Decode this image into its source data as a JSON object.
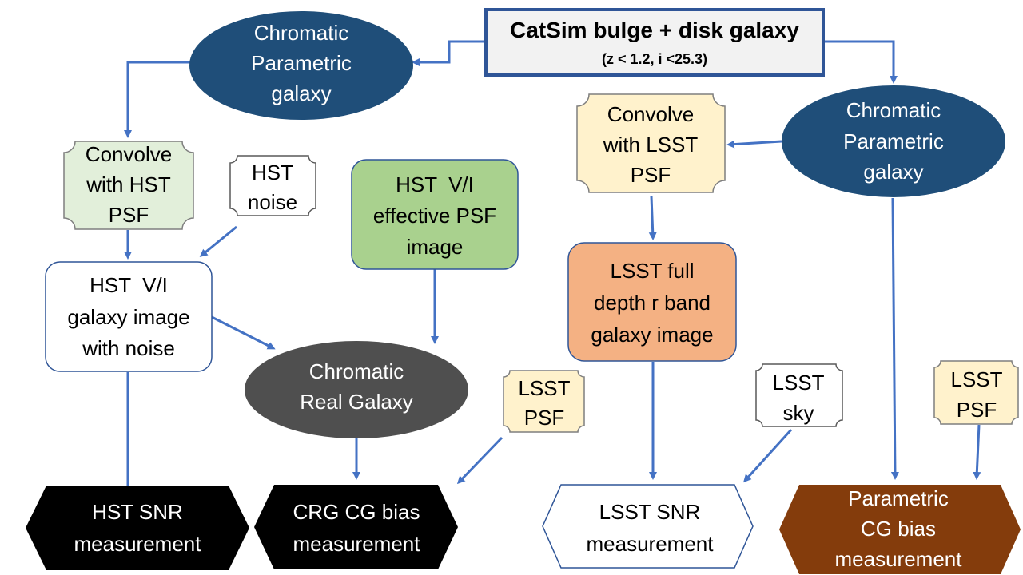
{
  "colors": {
    "arrow": "#4472c4",
    "dark_blue": "#1f4e79",
    "dark_gray": "#4f4f4f",
    "light_green": "#e2efda",
    "green": "#a9d18e",
    "cream": "#fff2cc",
    "orange": "#f4b183",
    "brown": "#843c0c",
    "source_box": "#f2f2f2"
  },
  "nodes": {
    "catsim": {
      "title": "CatSim bulge + disk galaxy",
      "subtitle": "(z < 1.2, i <25.3)"
    },
    "chromatic_left": {
      "lines": [
        "Chromatic",
        "Parametric",
        "galaxy"
      ]
    },
    "chromatic_right": {
      "lines": [
        "Chromatic",
        "Parametric",
        "galaxy"
      ]
    },
    "convolve_hst": {
      "lines": [
        "Convolve",
        "with HST",
        "PSF"
      ]
    },
    "hst_noise": {
      "lines": [
        "HST",
        "noise"
      ]
    },
    "hst_psf_image": {
      "lines": [
        "HST  V/I",
        "effective PSF",
        "image"
      ]
    },
    "convolve_lsst": {
      "lines": [
        "Convolve",
        "with LSST",
        "PSF"
      ]
    },
    "hst_galaxy_image": {
      "lines": [
        "HST  V/I",
        "galaxy image",
        "with noise"
      ]
    },
    "lsst_galaxy_image": {
      "lines": [
        "LSST full",
        "depth r band",
        "galaxy image"
      ]
    },
    "real_galaxy": {
      "lines": [
        "Chromatic",
        "Real Galaxy"
      ]
    },
    "lsst_psf_mid": {
      "lines": [
        "LSST",
        "PSF"
      ]
    },
    "lsst_sky": {
      "lines": [
        "LSST",
        "sky"
      ]
    },
    "lsst_psf_right": {
      "lines": [
        "LSST",
        "PSF"
      ]
    },
    "hst_snr": {
      "lines": [
        "HST SNR",
        "measurement"
      ]
    },
    "crg_bias": {
      "lines": [
        "CRG CG bias",
        "measurement"
      ]
    },
    "lsst_snr": {
      "lines": [
        "LSST SNR",
        "measurement"
      ]
    },
    "parametric_bias": {
      "lines": [
        "Parametric",
        "CG bias",
        "measurement"
      ]
    }
  }
}
